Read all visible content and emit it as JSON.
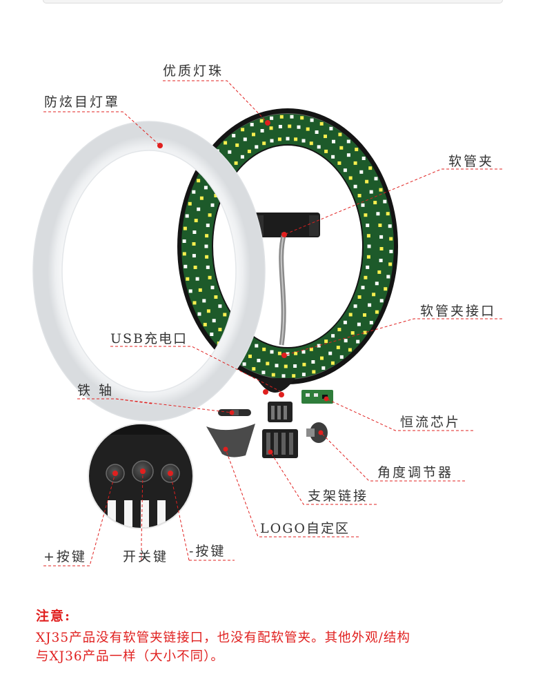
{
  "labels": {
    "led_beads": "优质灯珠",
    "diffuser": "防炫目灯罩",
    "hose_clip": "软管夹",
    "hose_clip_port": "软管夹接口",
    "usb_port": "USB充电口",
    "iron_axle": "铁 轴",
    "chip": "恒流芯片",
    "angle_adjuster": "角度调节器",
    "bracket_link": "支架链接",
    "logo_area": "LOGO自定区",
    "plus_key": "+按键",
    "power_key": "开关键",
    "minus_key": "-按键"
  },
  "note": {
    "title": "注意:",
    "line1": "XJ35产品没有软管夹链接口，也没有配软管夹。其他外观/结构",
    "line2": "与XJ36产品一样（大小不同）。"
  },
  "colors": {
    "accent": "#e0201f",
    "pcb": "#1d5a2a",
    "led_white": "#ffffff",
    "led_yellow": "#f7ef4f",
    "housing": "#1b1b1b"
  }
}
